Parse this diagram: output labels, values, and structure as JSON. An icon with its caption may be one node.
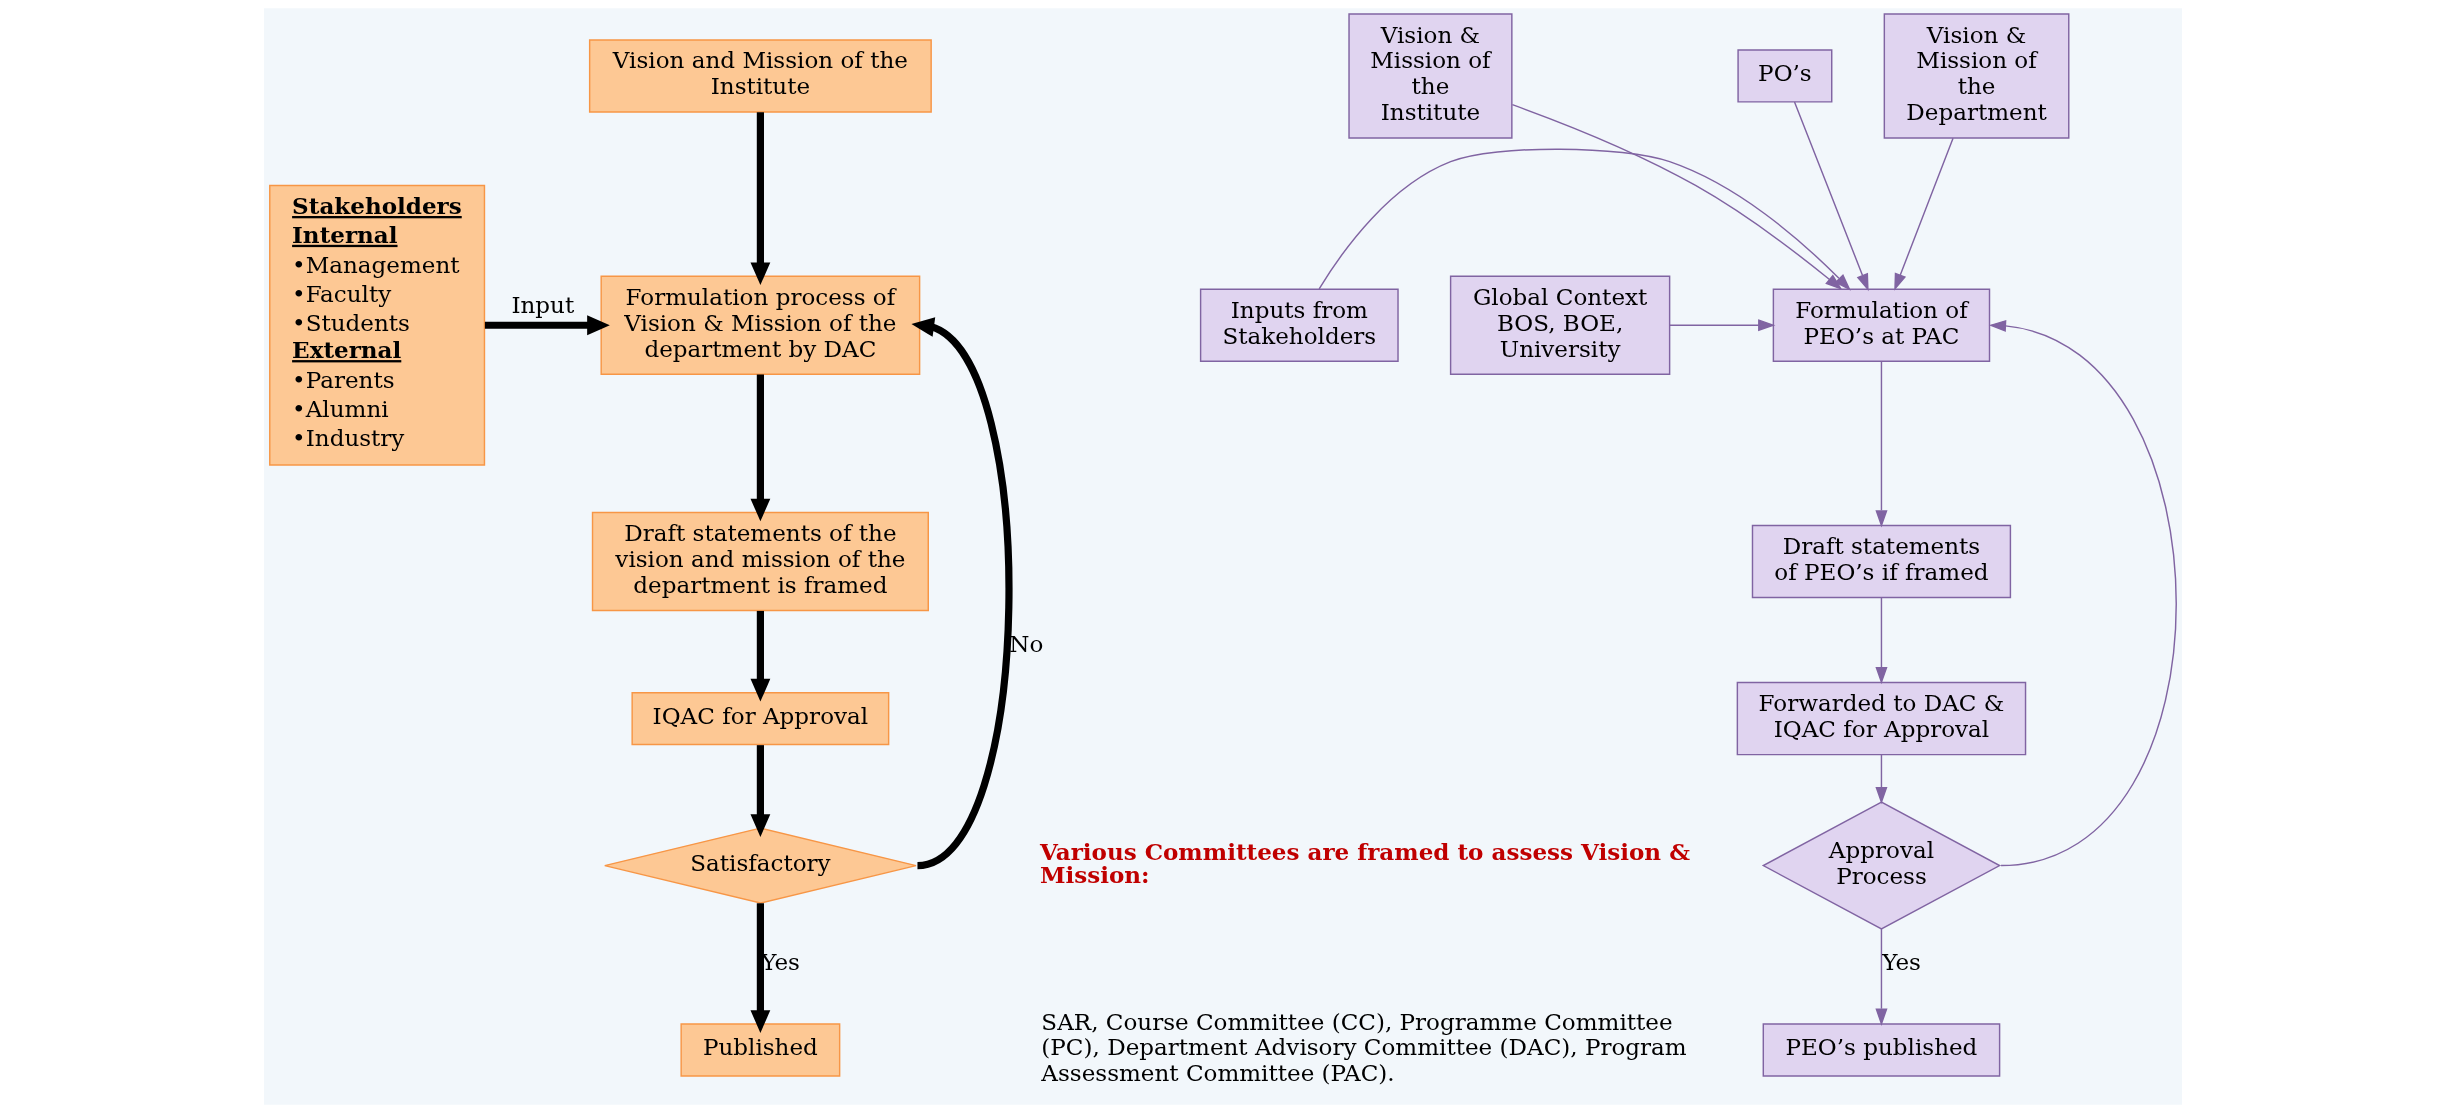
{
  "diagram": {
    "nodes": [
      {
        "text": [
          "Vision and Mission of the Institute"
        ]
      },
      {
        "text": [
          "Stakeholders",
          "Internal",
          "•Management",
          "•Faculty",
          "•Students",
          "External",
          "•Parents",
          "•Alumni",
          "•Industry"
        ]
      },
      {
        "text": [
          "Formulation process of Vision & Mission of the department by DAC"
        ]
      },
      {
        "text": [
          "Draft statements of the vision and mission of the department is framed"
        ]
      },
      {
        "text": [
          "IQAC for Approval"
        ]
      },
      {
        "text": [
          "Satisfactory"
        ]
      },
      {
        "text": [
          "Published"
        ]
      },
      {
        "text": [
          "Vision & Mission of the Institute"
        ]
      },
      {
        "text": [
          "PO’s"
        ]
      },
      {
        "text": [
          "Vision & Mission of the Department"
        ]
      },
      {
        "text": [
          "Inputs from Stakeholders"
        ]
      },
      {
        "text": [
          "Formulation of PEO’s at PAC"
        ]
      },
      {
        "text": [
          "Global Context BOS, BOE, University"
        ]
      },
      {
        "text": [
          "Draft statements of PEO’s if framed"
        ]
      },
      {
        "text": [
          "Forwarded to DAC & IQAC for Approval"
        ]
      },
      {
        "text": [
          "Approval Process"
        ]
      },
      {
        "text": [
          "PEO’s published"
        ]
      }
    ],
    "edges": [
      {
        "from": 0,
        "to": 2,
        "arrow": "to",
        "style": "thick",
        "color": "#000000"
      },
      {
        "from": 1,
        "to": 2,
        "arrow": "to",
        "label": "Input",
        "style": "thick",
        "color": "#000000"
      },
      {
        "from": 2,
        "to": 3,
        "arrow": "to",
        "style": "thick",
        "color": "#000000"
      },
      {
        "from": 3,
        "to": 4,
        "arrow": "to",
        "style": "thick",
        "color": "#000000"
      },
      {
        "from": 4,
        "to": 5,
        "arrow": "to",
        "style": "thick",
        "color": "#000000"
      },
      {
        "from": 5,
        "to": 2,
        "arrow": "to",
        "label": "No",
        "style": "thick",
        "color": "#000000"
      },
      {
        "from": 5,
        "to": 6,
        "arrow": "to",
        "label": "Yes",
        "style": "thick",
        "color": "#000000"
      },
      {
        "from": 7,
        "to": 11,
        "arrow": "to"
      },
      {
        "from": 8,
        "to": 11,
        "arrow": "to"
      },
      {
        "from": 9,
        "to": 11,
        "arrow": "to"
      },
      {
        "from": 10,
        "to": 11,
        "arrow": "to"
      },
      {
        "from": 12,
        "to": 11,
        "arrow": "to"
      },
      {
        "from": 11,
        "to": 13,
        "arrow": "to"
      },
      {
        "from": 13,
        "to": 14,
        "arrow": "to"
      },
      {
        "from": 14,
        "to": 15,
        "arrow": "to"
      },
      {
        "from": 15,
        "to": 11,
        "arrow": "to"
      },
      {
        "from": 15,
        "to": 16,
        "arrow": "to",
        "label": "Yes"
      }
    ],
    "labels": [
      "Various Committees are framed to assess Vision & Mission:",
      "SAR, Course Committee (CC), Programme Committee (PC), Department Advisory Committee (DAC), Program Assessment Committee (PAC)."
    ]
  }
}
